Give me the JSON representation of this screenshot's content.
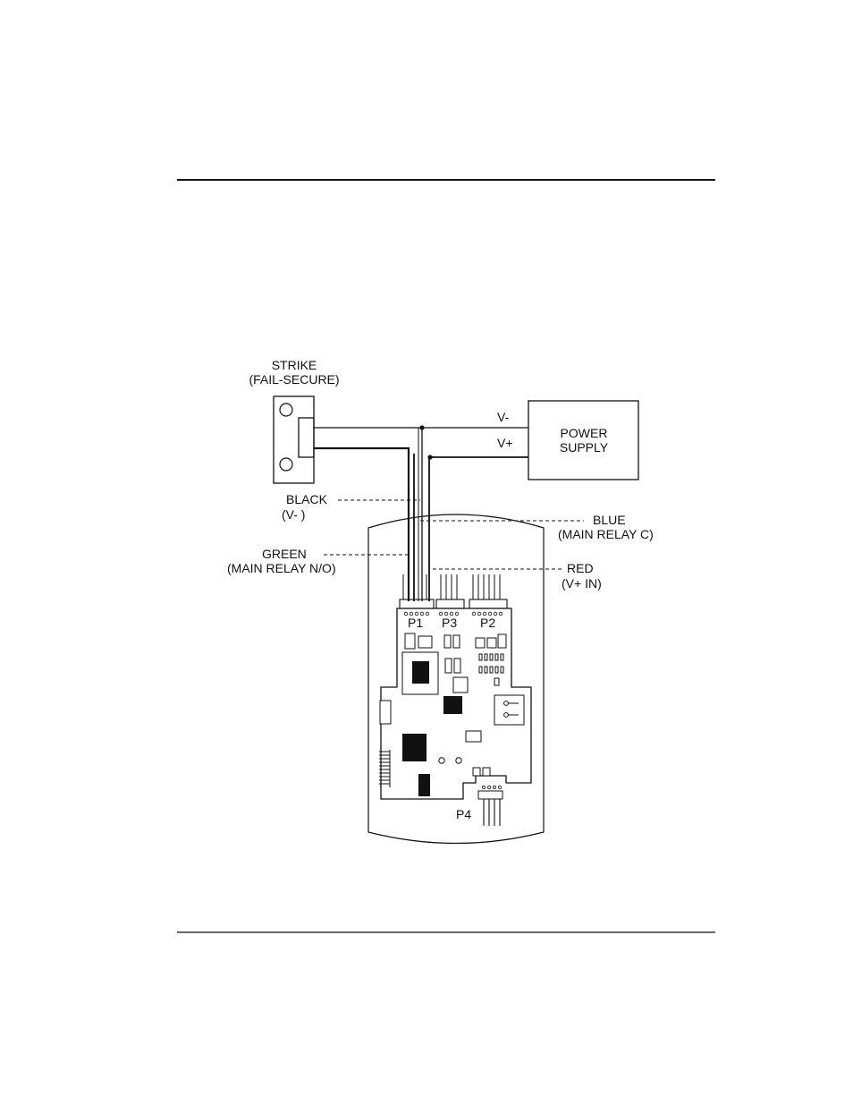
{
  "labels": {
    "strike_title": "STRIKE",
    "strike_subtitle": "(FAIL-SECURE)",
    "vminus": "V-",
    "vplus": "V+",
    "power_supply_l1": "POWER",
    "power_supply_l2": "SUPPLY",
    "black_l1": "BLACK",
    "black_l2": "(V- )",
    "blue_l1": "BLUE",
    "blue_l2": "(MAIN RELAY C)",
    "green_l1": "GREEN",
    "green_l2": "(MAIN RELAY N/O)",
    "red_l1": "RED",
    "red_l2": "(V+ IN)",
    "p1": "P1",
    "p3": "P3",
    "p2": "P2",
    "p4": "P4"
  },
  "colors": {
    "ink": "#111111",
    "background": "#ffffff"
  }
}
